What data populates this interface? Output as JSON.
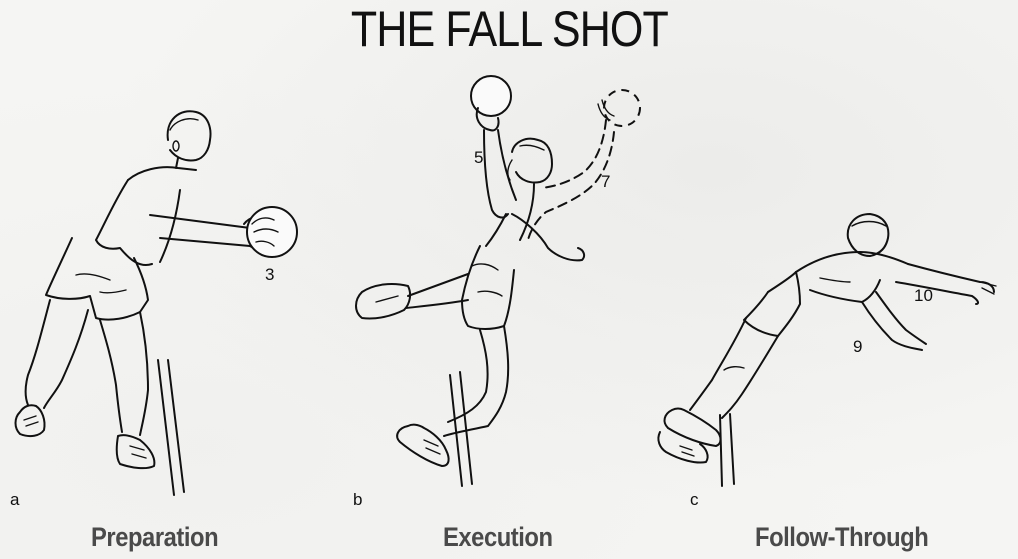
{
  "title": "THE FALL SHOT",
  "panels": [
    {
      "letter": "a",
      "phase": "Preparation",
      "step_numbers": [
        "3"
      ]
    },
    {
      "letter": "b",
      "phase": "Execution",
      "step_numbers": [
        "5",
        "7"
      ]
    },
    {
      "letter": "c",
      "phase": "Follow-Through",
      "step_numbers": [
        "10",
        "9"
      ]
    }
  ],
  "colors": {
    "background": "#f5f5f3",
    "line_art": "#111111",
    "phase_label": "#4a4a4a"
  }
}
